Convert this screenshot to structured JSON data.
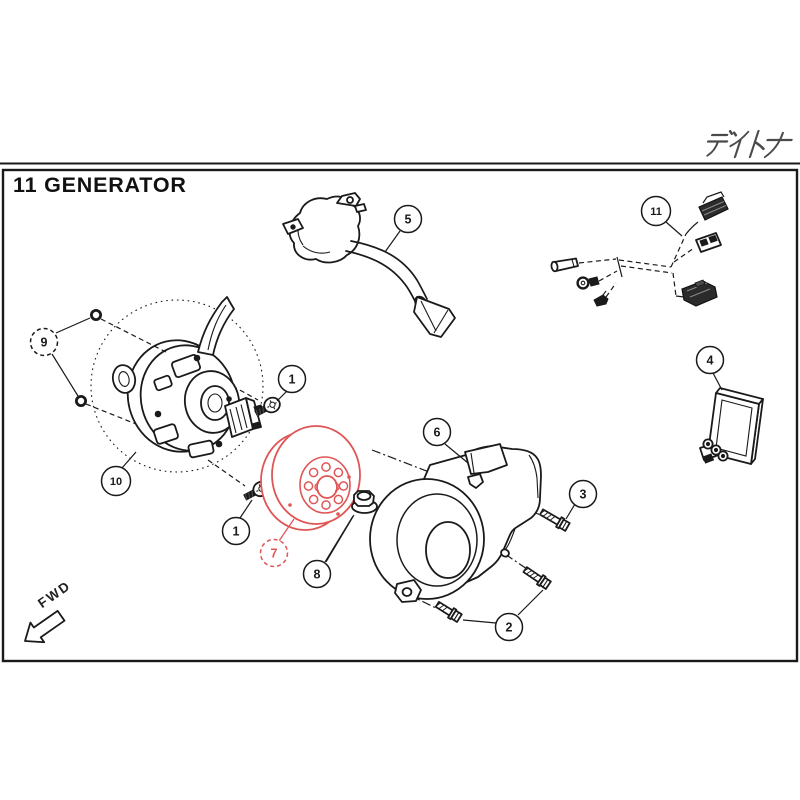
{
  "page": {
    "logo_text": "デイトナ",
    "title": "11 GENERATOR",
    "fwd_label": "FWD"
  },
  "colors": {
    "line": "#1a1a1a",
    "highlight": "#e05555",
    "background": "#ffffff"
  },
  "callouts": [
    {
      "number": "1"
    },
    {
      "number": "1"
    },
    {
      "number": "2"
    },
    {
      "number": "3"
    },
    {
      "number": "4"
    },
    {
      "number": "5"
    },
    {
      "number": "6"
    },
    {
      "number": "7",
      "highlighted": true
    },
    {
      "number": "8"
    },
    {
      "number": "9",
      "dashed": true
    },
    {
      "number": "10"
    },
    {
      "number": "11"
    }
  ]
}
